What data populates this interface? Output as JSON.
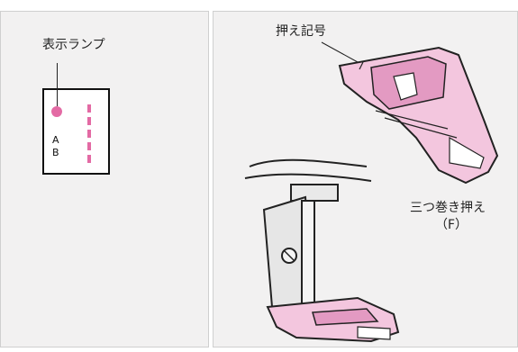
{
  "left_panel": {
    "indicator_label": "表示ランプ",
    "letters": [
      "A",
      "B"
    ]
  },
  "right_panel": {
    "mark_label": "押え記号",
    "foot_name_line1": "三つ巻き押え",
    "foot_name_line2": "（F）"
  },
  "colors": {
    "accent_pink": "#e36aa4",
    "panel_bg": "#f2f1f1"
  }
}
